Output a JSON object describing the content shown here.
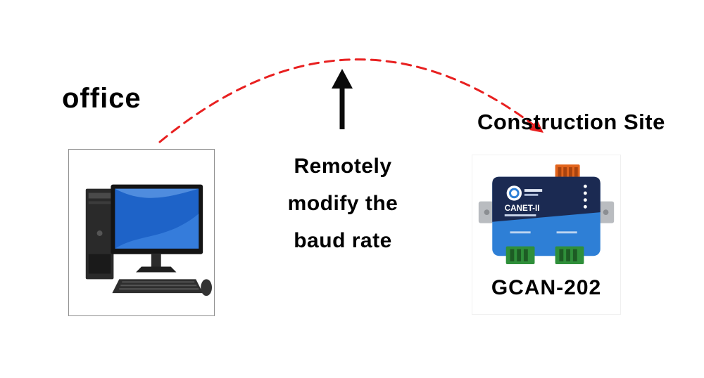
{
  "labels": {
    "office": "office",
    "construction_site": "Construction Site",
    "device_model": "GCAN-202"
  },
  "caption": {
    "line1": "Remotely",
    "line2": "modify the",
    "line3": "baud rate"
  },
  "device": {
    "name": "CANET-II"
  },
  "colors": {
    "arc_red": "#e82020",
    "arrow_black": "#0a0a0a",
    "device_blue": "#2e7fd6",
    "device_navy": "#1b2a52",
    "terminal_orange": "#e2641c",
    "terminal_green": "#2f8f3a",
    "screen_blue": "#1e63c8",
    "tower_dark": "#2a2a2a",
    "keyboard_dark": "#2e2e2e"
  }
}
